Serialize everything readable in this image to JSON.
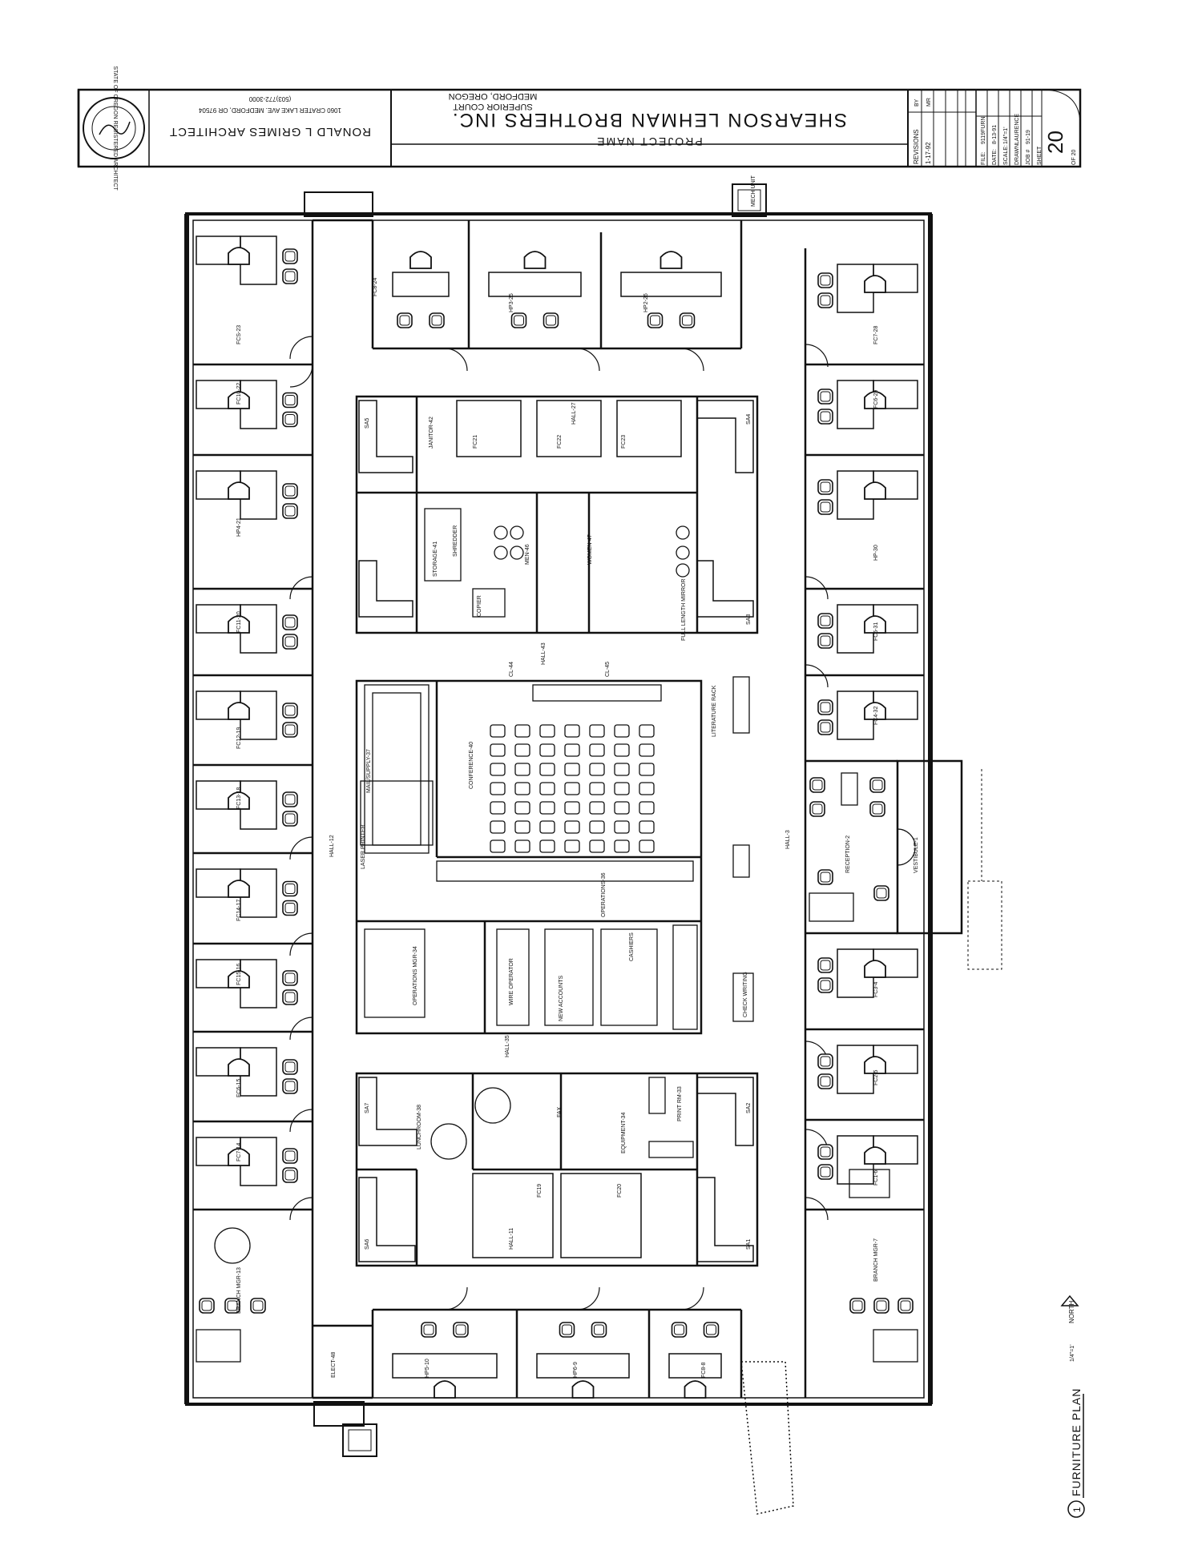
{
  "title_block": {
    "architect_name": "RONALD L GRIMES    ARCHITECT",
    "architect_address": "1060 CRATER LAKE AVE.  MEDFORD, OR 97504",
    "architect_phone": "(503)772-3000",
    "project_label": "PROJECT NAME",
    "project_name": "SHEARSON LEHMAN BROTHERS INC.",
    "project_sub1": "SUPERIOR COURT",
    "project_sub2": "MEDFORD, OREGON",
    "revisions_label": "REVISIONS",
    "revision_date": "1-17-92",
    "by_label": "BY",
    "by_value": "MR",
    "file_label": "FILE:",
    "file_value": "9119FURN",
    "date_label": "DATE:",
    "date_value": "8-13-91",
    "scale_label": "SCALE:",
    "scale_value": "1/4\"=1'",
    "drawn_label": "DRAWN:",
    "drawn_value": "LAURENCE",
    "job_label": "JOB #",
    "job_value": "91-19",
    "sheet_label": "SHEET",
    "sheet_number": "20",
    "sheet_of": "OF 20",
    "seal_text": "STATE OF OREGON  REGISTERED ARCHITECT"
  },
  "drawing": {
    "caption": "FURNITURE PLAN",
    "caption_number": "1",
    "caption_scale": "1/4\"=1'",
    "north_label": "NORTH"
  },
  "rooms": {
    "fcs23": "FCS-23",
    "fc10_22": "FC10-22",
    "hp4_21": "HP4-21",
    "fc11_20": "FC11-20",
    "fc12_19": "FC12-19",
    "fc13_18": "FC13-18",
    "fc14_17": "FC14-17",
    "fc15_16": "FC15-16",
    "fc6_15": "FC6-15",
    "fc7_14": "FC7-14",
    "branch_mgr_13": "BRANCH MGR-13",
    "elect_48": "ELECT-48",
    "hp5_10": "HP5-10",
    "hp6_9": "HP6-9",
    "fc8_8": "FC8-8",
    "branch_mgr_7": "BRANCH MGR-7",
    "fc1_6": "FC1-6",
    "fc2_5": "FC2-5",
    "fc3_4": "FC3-4",
    "reception_2": "RECEPTION-2",
    "vestibule_1": "VESTIBULE-1",
    "fc4_32": "FC4-32",
    "fc5_31": "FC5-31",
    "hp_30": "HP-30",
    "fc6_29": "FC6-29",
    "fc7_28": "FC7-28",
    "hp2_26": "HP2-26",
    "hp3_25": "HP3-25",
    "fc8_24": "FC8-24",
    "hall_27": "HALL-27",
    "hall_12": "HALL-12",
    "hall_3": "HALL-3",
    "hall_43": "HALL-43",
    "hall_35": "HALL-35",
    "hall_11": "HALL-11",
    "janitor_42": "JANITOR-42",
    "storage_41": "STORAGE-41",
    "men_46": "MEN-46",
    "women_47": "WOMEN-47",
    "conference_40": "CONFERENCE-40",
    "mail_supply_37": "MAIL/SUPPLY-37",
    "operations_36": "OPERATIONS-36",
    "operations_mgr_34": "OPERATIONS MGR-34",
    "lunchroom_38": "LUNCHROOM-38",
    "equipment_34": "EQUIPMENT-34",
    "print_rm_33": "PRINT RM-33",
    "cashiers": "CASHIERS",
    "new_accounts": "NEW ACCOUNTS",
    "wire_operator": "WIRE OPERATOR",
    "check_writing": "CHECK WRITING",
    "literature_rack": "LITERATURE RACK",
    "laser_printer": "LASER PRINTER",
    "copier": "COPIER",
    "shredder": "SHREDDER",
    "fax": "FAX",
    "mech_unit": "MECH UNIT",
    "full_length_mirror": "FULL LENGTH MIRROR",
    "sa1": "SA1",
    "sa2": "SA2",
    "sa3": "SA3",
    "sa4": "SA4",
    "sa5": "SA5",
    "sa6": "SA6",
    "sa7": "SA7",
    "fc19": "FC19",
    "fc20": "FC20",
    "fc21": "FC21",
    "fc22": "FC22",
    "fc23": "FC23",
    "cl44": "CL-44",
    "cl45": "CL-45"
  }
}
